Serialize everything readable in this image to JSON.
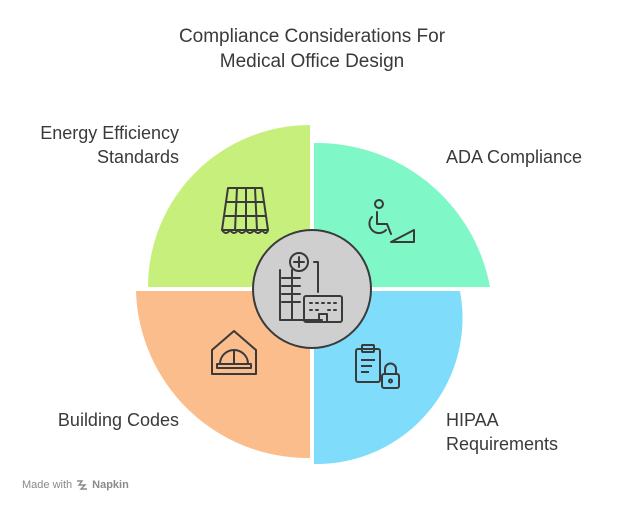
{
  "title": {
    "line1": "Compliance Considerations For",
    "line2": "Medical Office Design"
  },
  "segments": [
    {
      "key": "energy",
      "label_line1": "Energy Efficiency",
      "label_line2": "Standards",
      "color": "#c7ef7b",
      "icon": "solar-panel-icon"
    },
    {
      "key": "ada",
      "label_line1": "ADA Compliance",
      "color": "#80f7c6",
      "icon": "wheelchair-ramp-icon"
    },
    {
      "key": "building",
      "label_line1": "Building Codes",
      "color": "#fbbd8b",
      "icon": "hard-hat-icon"
    },
    {
      "key": "hipaa",
      "label_line1": "HIPAA",
      "label_line2": "Requirements",
      "color": "#7fdcfb",
      "icon": "clipboard-lock-icon"
    }
  ],
  "center": {
    "icon": "medical-office-icon",
    "color": "#cfcfcf"
  },
  "footer": {
    "prefix": "Made with",
    "brand": "Napkin"
  }
}
